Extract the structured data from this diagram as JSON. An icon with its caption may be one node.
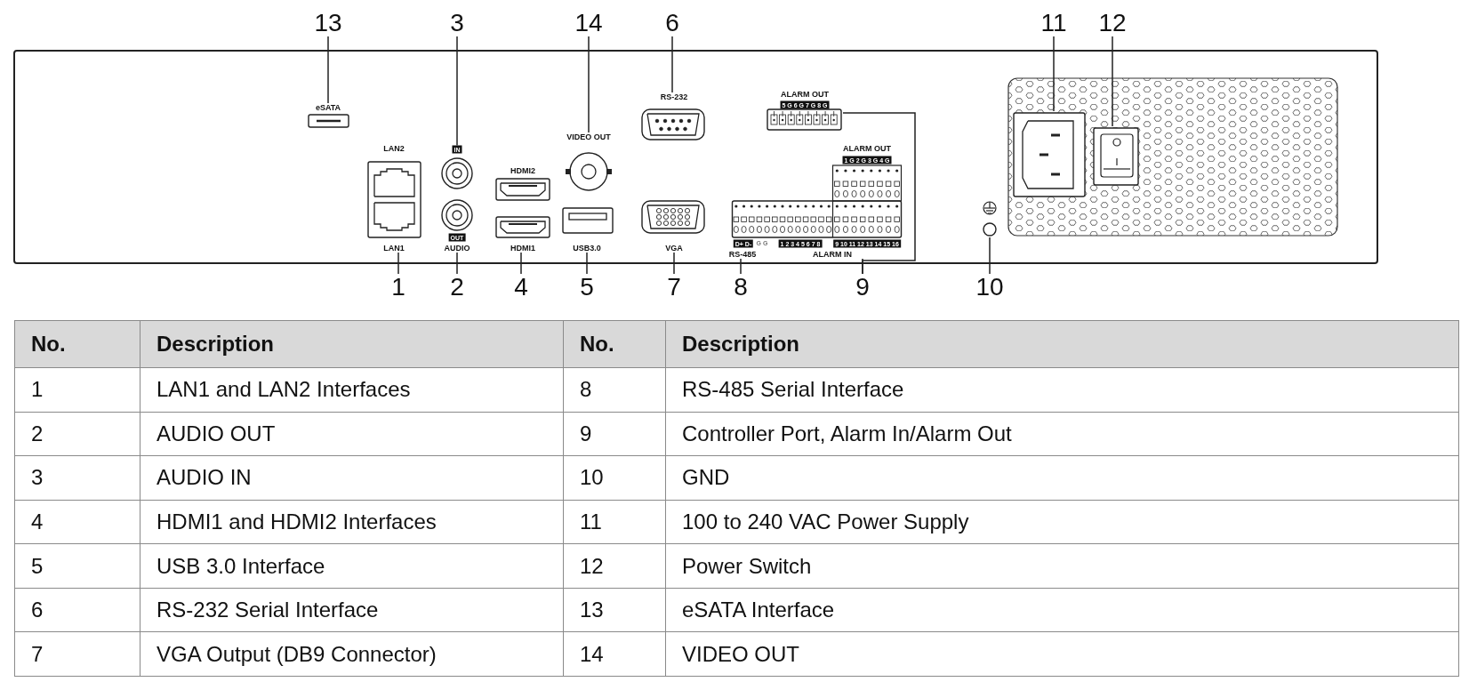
{
  "diagram": {
    "nodes": [
      {
        "text": [
          "13"
        ]
      },
      {
        "text": [
          "3"
        ]
      },
      {
        "text": [
          "14"
        ]
      },
      {
        "text": [
          "6"
        ]
      },
      {
        "text": [
          "11"
        ]
      },
      {
        "text": [
          "12"
        ]
      },
      {
        "text": [
          "1"
        ]
      },
      {
        "text": [
          "2"
        ]
      },
      {
        "text": [
          "4"
        ]
      },
      {
        "text": [
          "5"
        ]
      },
      {
        "text": [
          "7"
        ]
      },
      {
        "text": [
          "8"
        ]
      },
      {
        "text": [
          "9"
        ]
      },
      {
        "text": [
          "10"
        ]
      },
      {
        "text": [],
        "shape": "box",
        "beside": [
          "eSATA"
        ]
      },
      {
        "text": [],
        "shape": "box",
        "beside": [
          "LAN2",
          "LAN1"
        ]
      },
      {
        "text": [],
        "shape": "circle",
        "beside": [
          "IN"
        ]
      },
      {
        "text": [],
        "shape": "circle",
        "beside": [
          "OUT",
          "AUDIO"
        ]
      },
      {
        "text": [],
        "shape": "box",
        "beside": [
          "HDMI2"
        ]
      },
      {
        "text": [],
        "shape": "box",
        "beside": [
          "HDMI1"
        ]
      },
      {
        "text": [],
        "shape": "circle",
        "beside": [
          "VIDEO OUT"
        ]
      },
      {
        "text": [],
        "shape": "box",
        "beside": [
          "USB3.0"
        ]
      },
      {
        "text": [],
        "shape": "box",
        "beside": [
          "RS-232"
        ]
      },
      {
        "text": [],
        "shape": "box",
        "beside": [
          "VGA"
        ]
      },
      {
        "text": [],
        "shape": "box",
        "beside": [
          "ALARM OUT",
          "5 G 6 G 7 G 8 G"
        ]
      },
      {
        "text": [
          "1 G 2 G 3 G 4 G",
          "D+ D-",
          "G G",
          "1 2 3 4 5 6 7 8",
          "9 10 11 12 13 14 15 16"
        ],
        "beside": [
          "ALARM OUT",
          "RS-485",
          "ALARM IN"
        ]
      },
      {
        "text": [],
        "shape": "circle"
      },
      {
        "text": [],
        "shape": "box"
      },
      {
        "text": [],
        "shape": "box"
      }
    ],
    "edges": [
      {
        "from": 0,
        "to": 14,
        "arrow": "none"
      },
      {
        "from": 1,
        "to": 16,
        "arrow": "none"
      },
      {
        "from": 2,
        "to": 20,
        "arrow": "none"
      },
      {
        "from": 3,
        "to": 22,
        "arrow": "none"
      },
      {
        "from": 4,
        "to": 27,
        "arrow": "none"
      },
      {
        "from": 5,
        "to": 28,
        "arrow": "none"
      },
      {
        "from": 6,
        "to": 15,
        "arrow": "none"
      },
      {
        "from": 7,
        "to": 17,
        "arrow": "none"
      },
      {
        "from": 8,
        "to": 19,
        "arrow": "none"
      },
      {
        "from": 9,
        "to": 21,
        "arrow": "none"
      },
      {
        "from": 10,
        "to": 23,
        "arrow": "none"
      },
      {
        "from": 11,
        "to": 25,
        "arrow": "none"
      },
      {
        "from": 12,
        "to": 25,
        "arrow": "none"
      },
      {
        "from": 12,
        "to": 24,
        "arrow": "none"
      },
      {
        "from": 13,
        "to": 26,
        "arrow": "none"
      }
    ],
    "labels": [
      "No.",
      "Description",
      "No.",
      "Description",
      "1",
      "LAN1 and LAN2 Interfaces",
      "8",
      "RS-485 Serial Interface",
      "2",
      "AUDIO OUT",
      "9",
      "Controller Port, Alarm In/Alarm Out",
      "3",
      "AUDIO IN",
      "10",
      "GND",
      "4",
      "HDMI1 and HDMI2 Interfaces",
      "11",
      "100 to 240 VAC Power Supply",
      "5",
      "USB 3.0 Interface",
      "12",
      "Power Switch",
      "6",
      "RS-232 Serial Interface",
      "13",
      "eSATA Interface",
      "7",
      "VGA Output (DB9 Connector)",
      "14",
      "VIDEO OUT"
    ]
  }
}
